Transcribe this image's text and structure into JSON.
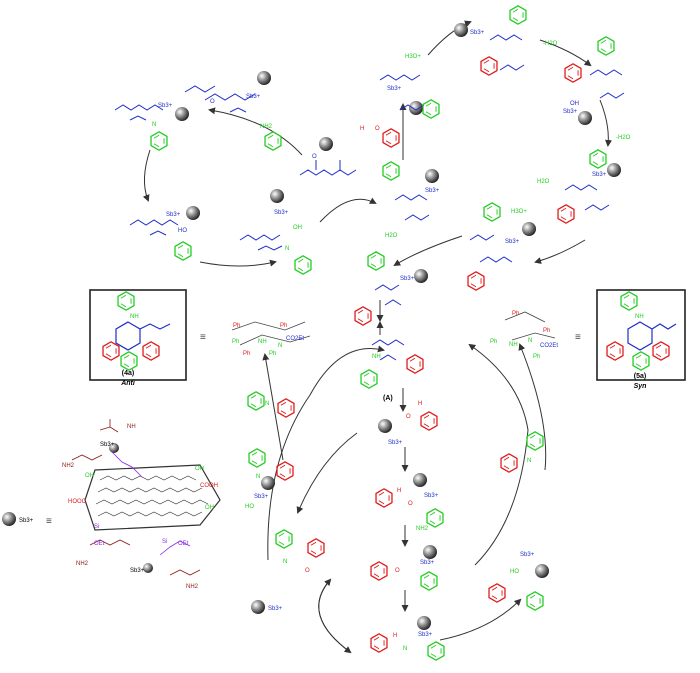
{
  "products": {
    "anti": {
      "label": "(4a)",
      "stereo": "Anti"
    },
    "syn": {
      "label": "(5a)",
      "stereo": "Syn"
    }
  },
  "intermediate_a": "(A)",
  "catalyst_legend": "Sb3+",
  "species": {
    "sb": "Sb3+",
    "h3o": "H3O+",
    "water": "H2O",
    "minus_water": "-H2O",
    "nh2": "NH2",
    "nh": "NH",
    "oh": "OH",
    "cooh": "COOH",
    "hooc": "HOOC",
    "oet": "OEt",
    "si": "Si",
    "co2et": "CO2Et",
    "ph": "Ph",
    "n": "N",
    "o": "O",
    "h": "H",
    "ho": "HO"
  },
  "colors": {
    "blue": "#1f2fc7",
    "green": "#22cc22",
    "red": "#e01b1b",
    "maroon": "#8b1a1a",
    "purple": "#8a2be2",
    "sphere": "#555555"
  }
}
